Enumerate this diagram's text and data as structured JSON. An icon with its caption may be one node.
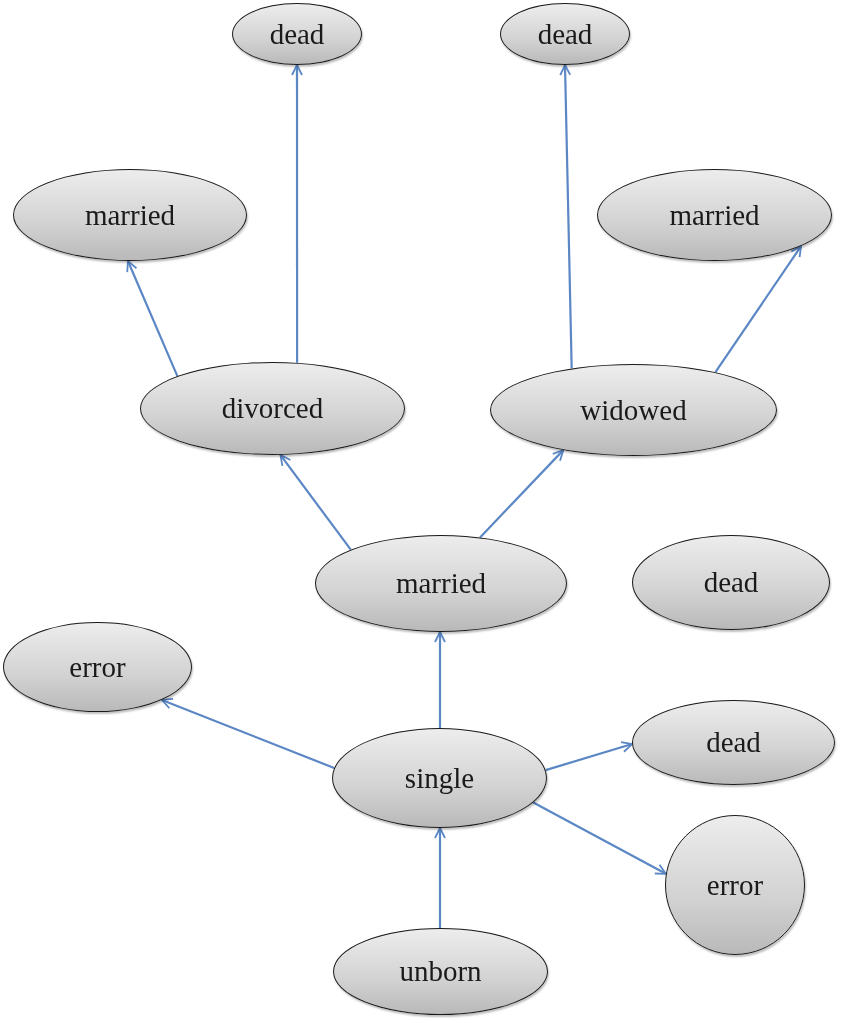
{
  "diagram": {
    "nodes": [
      {
        "text": [
          "dead"
        ]
      },
      {
        "text": [
          "dead"
        ]
      },
      {
        "text": [
          "married"
        ]
      },
      {
        "text": [
          "married"
        ]
      },
      {
        "text": [
          "divorced"
        ]
      },
      {
        "text": [
          "widowed"
        ]
      },
      {
        "text": [
          "married"
        ]
      },
      {
        "text": [
          "dead"
        ]
      },
      {
        "text": [
          "error"
        ]
      },
      {
        "text": [
          "single"
        ]
      },
      {
        "text": [
          "dead"
        ]
      },
      {
        "text": [
          "error"
        ]
      },
      {
        "text": [
          "unborn"
        ]
      }
    ],
    "edges": [
      {
        "from": 12,
        "to": 9,
        "arrow": "to"
      },
      {
        "from": 9,
        "to": 6,
        "arrow": "to"
      },
      {
        "from": 9,
        "to": 8,
        "arrow": "to"
      },
      {
        "from": 9,
        "to": 10,
        "arrow": "to"
      },
      {
        "from": 9,
        "to": 11,
        "arrow": "to"
      },
      {
        "from": 6,
        "to": 4,
        "arrow": "to"
      },
      {
        "from": 6,
        "to": 5,
        "arrow": "to"
      },
      {
        "from": 4,
        "to": 2,
        "arrow": "to"
      },
      {
        "from": 4,
        "to": 0,
        "arrow": "to"
      },
      {
        "from": 5,
        "to": 1,
        "arrow": "to"
      },
      {
        "from": 5,
        "to": 3,
        "arrow": "to"
      }
    ]
  }
}
